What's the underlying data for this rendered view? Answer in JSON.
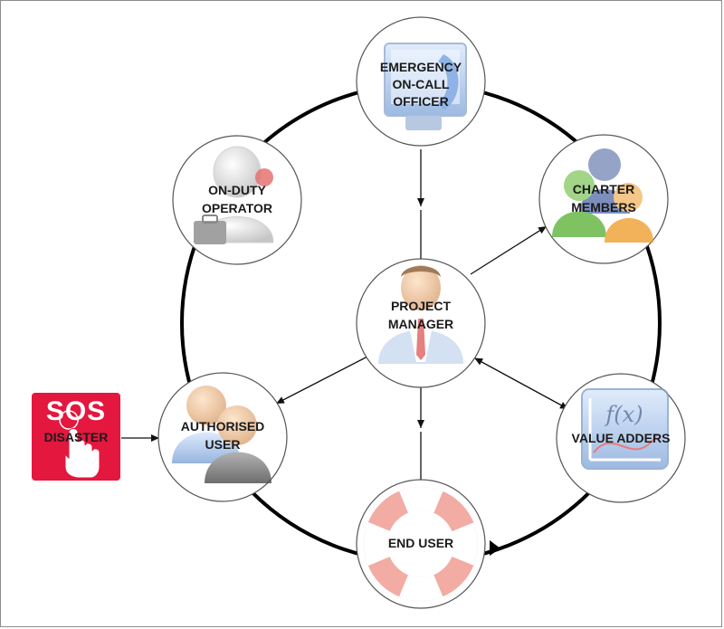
{
  "nodes": {
    "emergency": {
      "lines": [
        "EMERGENCY",
        "ON-CALL",
        "OFFICER"
      ],
      "icon": "phone-monitor-icon"
    },
    "operator": {
      "lines": [
        "ON-DUTY",
        "OPERATOR"
      ],
      "icon": "operator-headset-icon"
    },
    "charter": {
      "lines": [
        "CHARTER",
        "MEMBERS"
      ],
      "icon": "group-users-icon"
    },
    "pm": {
      "lines": [
        "PROJECT",
        "MANAGER"
      ],
      "icon": "businessman-icon"
    },
    "authorised": {
      "lines": [
        "AUTHORISED",
        "USER"
      ],
      "icon": "users-icon"
    },
    "value": {
      "lines": [
        "VALUE ADDERS"
      ],
      "icon": "function-graph-icon"
    },
    "enduser": {
      "lines": [
        "END USER"
      ],
      "icon": "lifebuoy-icon"
    }
  },
  "sos": {
    "title": "SOS",
    "label": "DISASTER",
    "icon": "hand-pointer-icon",
    "color": "#e4173e"
  },
  "colors": {
    "ring": "#000000",
    "circle_border": "#555555",
    "arrow": "#111111"
  }
}
